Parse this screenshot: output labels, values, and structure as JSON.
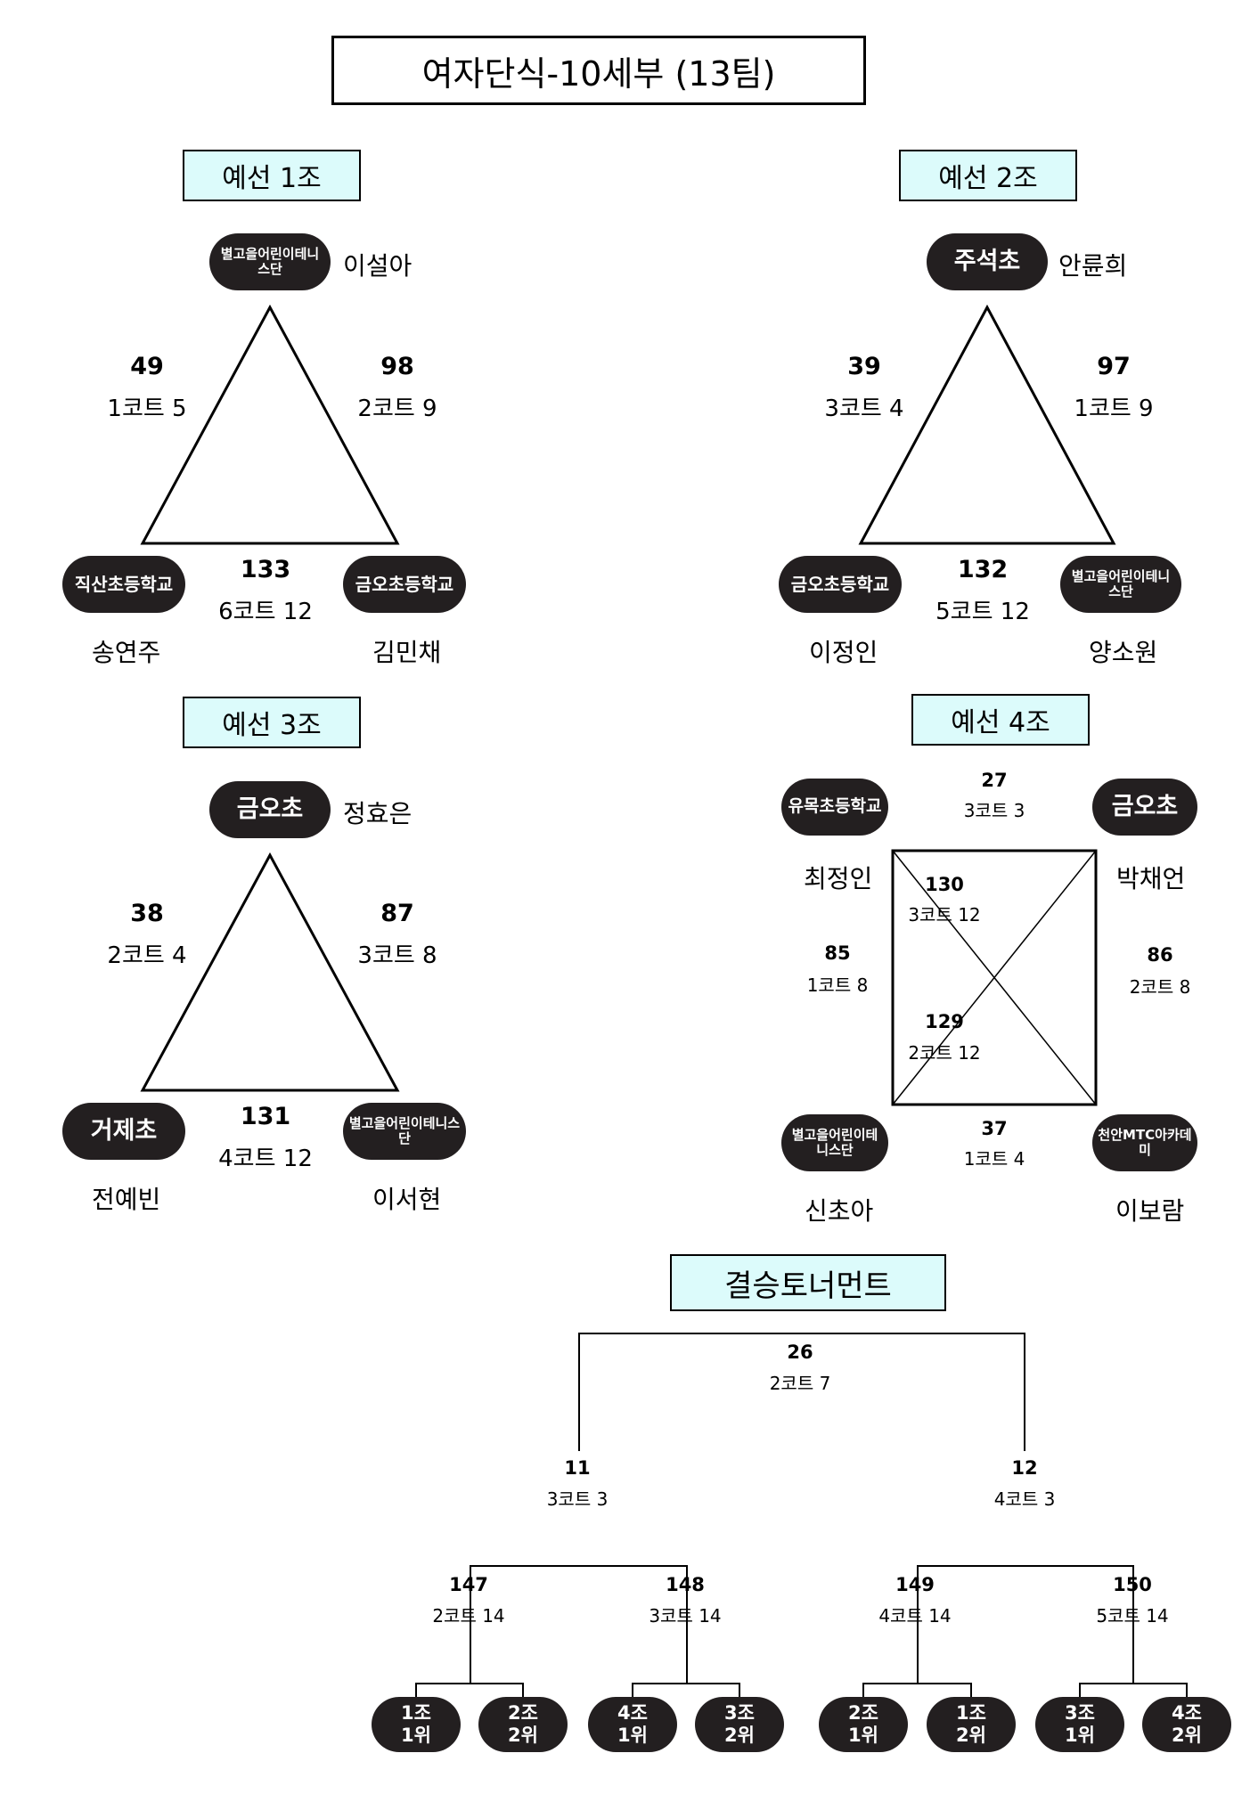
{
  "title": "여자단식-10세부 (13팀)",
  "groups": [
    {
      "label": "예선 1조",
      "players": [
        {
          "team": "별고을어린이테니스단",
          "name": "이설아"
        },
        {
          "team": "직산초등학교",
          "name": "송연주"
        },
        {
          "team": "금오초등학교",
          "name": "김민채"
        }
      ],
      "matches": [
        {
          "num": "49",
          "court": "1코트 5"
        },
        {
          "num": "98",
          "court": "2코트 9"
        },
        {
          "num": "133",
          "court": "6코트 12"
        }
      ]
    },
    {
      "label": "예선 2조",
      "players": [
        {
          "team": "주석초",
          "name": "안륜희"
        },
        {
          "team": "금오초등학교",
          "name": "이정인"
        },
        {
          "team": "별고을어린이테니스단",
          "name": "양소원"
        }
      ],
      "matches": [
        {
          "num": "39",
          "court": "3코트 4"
        },
        {
          "num": "97",
          "court": "1코트 9"
        },
        {
          "num": "132",
          "court": "5코트 12"
        }
      ]
    },
    {
      "label": "예선 3조",
      "players": [
        {
          "team": "금오초",
          "name": "정효은"
        },
        {
          "team": "거제초",
          "name": "전예빈"
        },
        {
          "team": "별고을어린이테니스단",
          "name": "이서현"
        }
      ],
      "matches": [
        {
          "num": "38",
          "court": "2코트 4"
        },
        {
          "num": "87",
          "court": "3코트 8"
        },
        {
          "num": "131",
          "court": "4코트 12"
        }
      ]
    },
    {
      "label": "예선 4조",
      "players": [
        {
          "team": "유목초등학교",
          "name": "최정인"
        },
        {
          "team": "금오초",
          "name": "박채언"
        },
        {
          "team": "별고을어린이테니스단",
          "name": "신초아"
        },
        {
          "team": "천안MTC아카데미",
          "name": "이보람"
        }
      ],
      "matches": [
        {
          "num": "27",
          "court": "3코트 3"
        },
        {
          "num": "130",
          "court": "3코트 12"
        },
        {
          "num": "85",
          "court": "1코트 8"
        },
        {
          "num": "86",
          "court": "2코트 8"
        },
        {
          "num": "129",
          "court": "2코트 12"
        },
        {
          "num": "37",
          "court": "1코트 4"
        }
      ]
    }
  ],
  "final": {
    "label": "결승토너먼트",
    "final_match": {
      "num": "26",
      "court": "2코트 7"
    },
    "semis": [
      {
        "num": "11",
        "court": "3코트 3"
      },
      {
        "num": "12",
        "court": "4코트 3"
      }
    ],
    "quarters": [
      {
        "num": "147",
        "court": "2코트 14"
      },
      {
        "num": "148",
        "court": "3코트 14"
      },
      {
        "num": "149",
        "court": "4코트 14"
      },
      {
        "num": "150",
        "court": "5코트 14"
      }
    ],
    "slots": [
      {
        "group": "1조",
        "rank": "1위"
      },
      {
        "group": "2조",
        "rank": "2위"
      },
      {
        "group": "4조",
        "rank": "1위"
      },
      {
        "group": "3조",
        "rank": "2위"
      },
      {
        "group": "2조",
        "rank": "1위"
      },
      {
        "group": "1조",
        "rank": "2위"
      },
      {
        "group": "3조",
        "rank": "1위"
      },
      {
        "group": "4조",
        "rank": "2위"
      }
    ]
  }
}
